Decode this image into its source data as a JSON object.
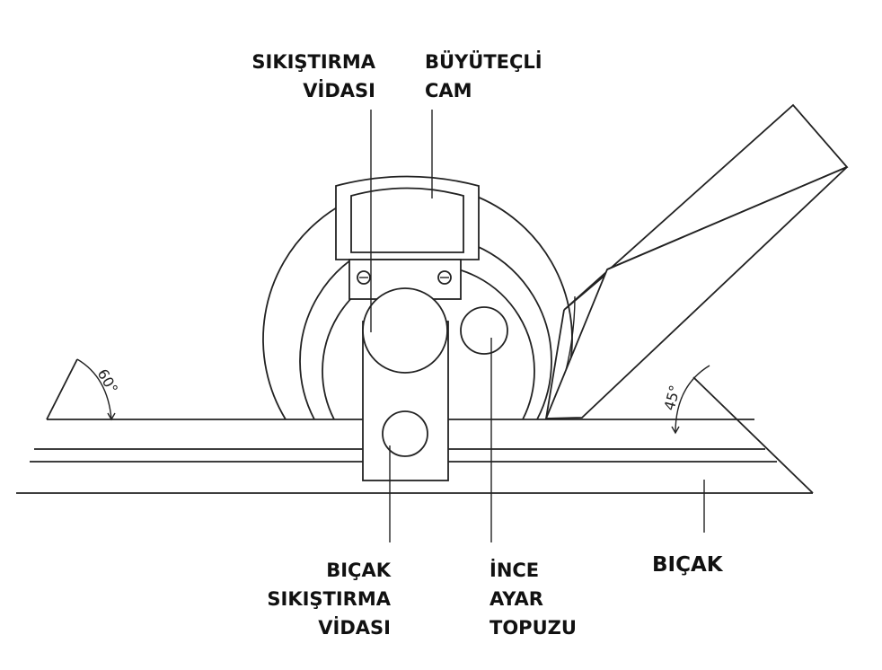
{
  "labels": {
    "sikistirma_vidasi": [
      "SIKIŞTIRMA",
      "VİDASI"
    ],
    "buyutecli_cam": [
      "BÜYÜTEÇLİ",
      "CAM"
    ],
    "bicak_sikistirma_vidasi": [
      "BIÇAK",
      "SIKIŞTIRMA",
      "VİDASI"
    ],
    "ince_ayar_topuzu": [
      "İNCE",
      "AYAR",
      "TOPUZU"
    ],
    "bicak": "BIÇAK"
  },
  "angles": {
    "left": "60°",
    "right": "45°"
  },
  "colors": {
    "line": "#222222",
    "text": "#111111",
    "background": "#ffffff"
  }
}
